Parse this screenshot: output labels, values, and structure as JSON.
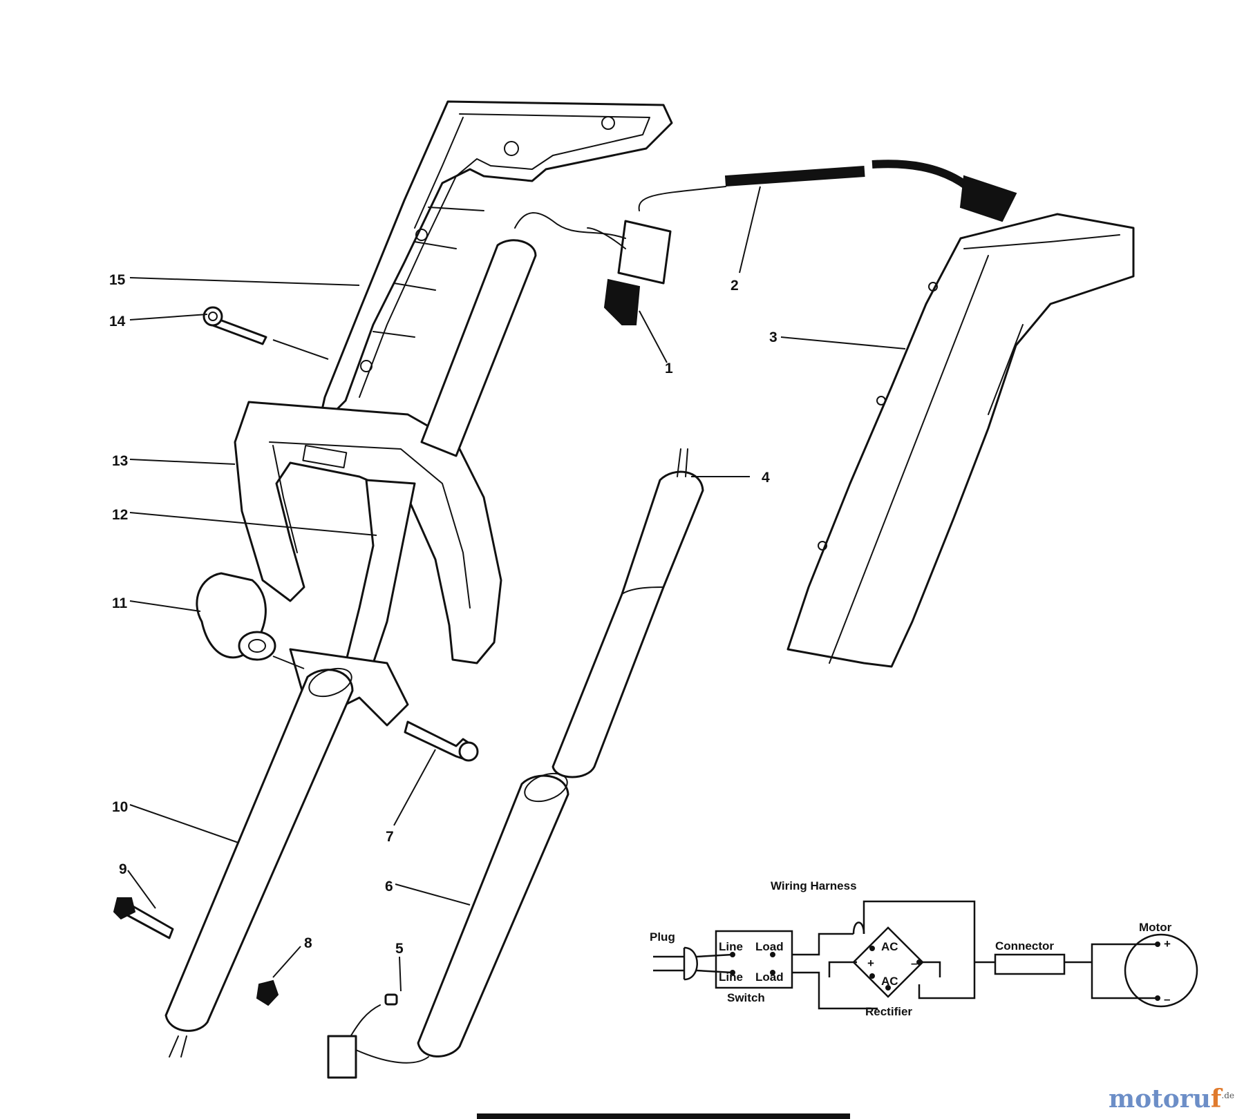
{
  "parts": [
    {
      "id": "1",
      "label": "1"
    },
    {
      "id": "2",
      "label": "2"
    },
    {
      "id": "3",
      "label": "3"
    },
    {
      "id": "4",
      "label": "4"
    },
    {
      "id": "5",
      "label": "5"
    },
    {
      "id": "6",
      "label": "6"
    },
    {
      "id": "7",
      "label": "7"
    },
    {
      "id": "8",
      "label": "8"
    },
    {
      "id": "9",
      "label": "9"
    },
    {
      "id": "10",
      "label": "10"
    },
    {
      "id": "11",
      "label": "11"
    },
    {
      "id": "12",
      "label": "12"
    },
    {
      "id": "13",
      "label": "13"
    },
    {
      "id": "14",
      "label": "14"
    },
    {
      "id": "15",
      "label": "15"
    }
  ],
  "schematic": {
    "wiring_harness": "Wiring Harness",
    "plug": "Plug",
    "line_top": "Line",
    "load_top": "Load",
    "line_bottom": "Line",
    "load_bottom": "Load",
    "switch": "Switch",
    "ac_top": "AC",
    "ac_bottom": "AC",
    "plus": "+",
    "minus": "–",
    "rectifier": "Rectifier",
    "connector": "Connector",
    "motor": "Motor",
    "motor_plus": "+",
    "motor_minus": "–"
  },
  "watermark": {
    "brand": "motoru",
    "accent": "f",
    "suffix": ".de"
  }
}
